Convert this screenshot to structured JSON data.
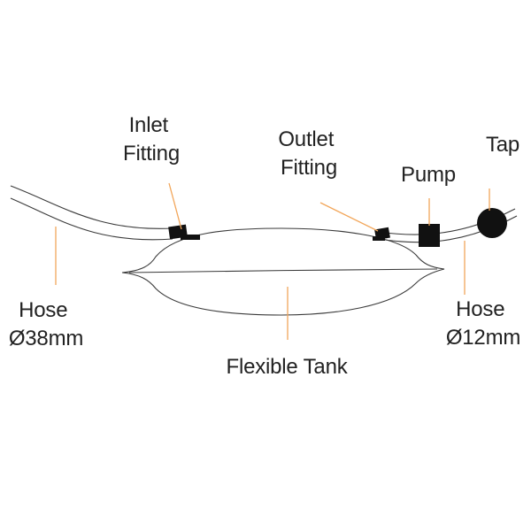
{
  "labels": {
    "inlet_fitting": [
      "Inlet",
      "Fitting"
    ],
    "outlet_fitting": [
      "Outlet",
      "Fitting"
    ],
    "pump": "Pump",
    "tap": "Tap",
    "hose_large": [
      "Hose",
      "Ø38mm"
    ],
    "hose_small": [
      "Hose",
      "Ø12mm"
    ],
    "flexible_tank": "Flexible Tank"
  },
  "colors": {
    "outline": "#3a3a3a",
    "component": "#111111",
    "leader": "#f2a65a",
    "text": "#222222",
    "background": "#ffffff"
  }
}
